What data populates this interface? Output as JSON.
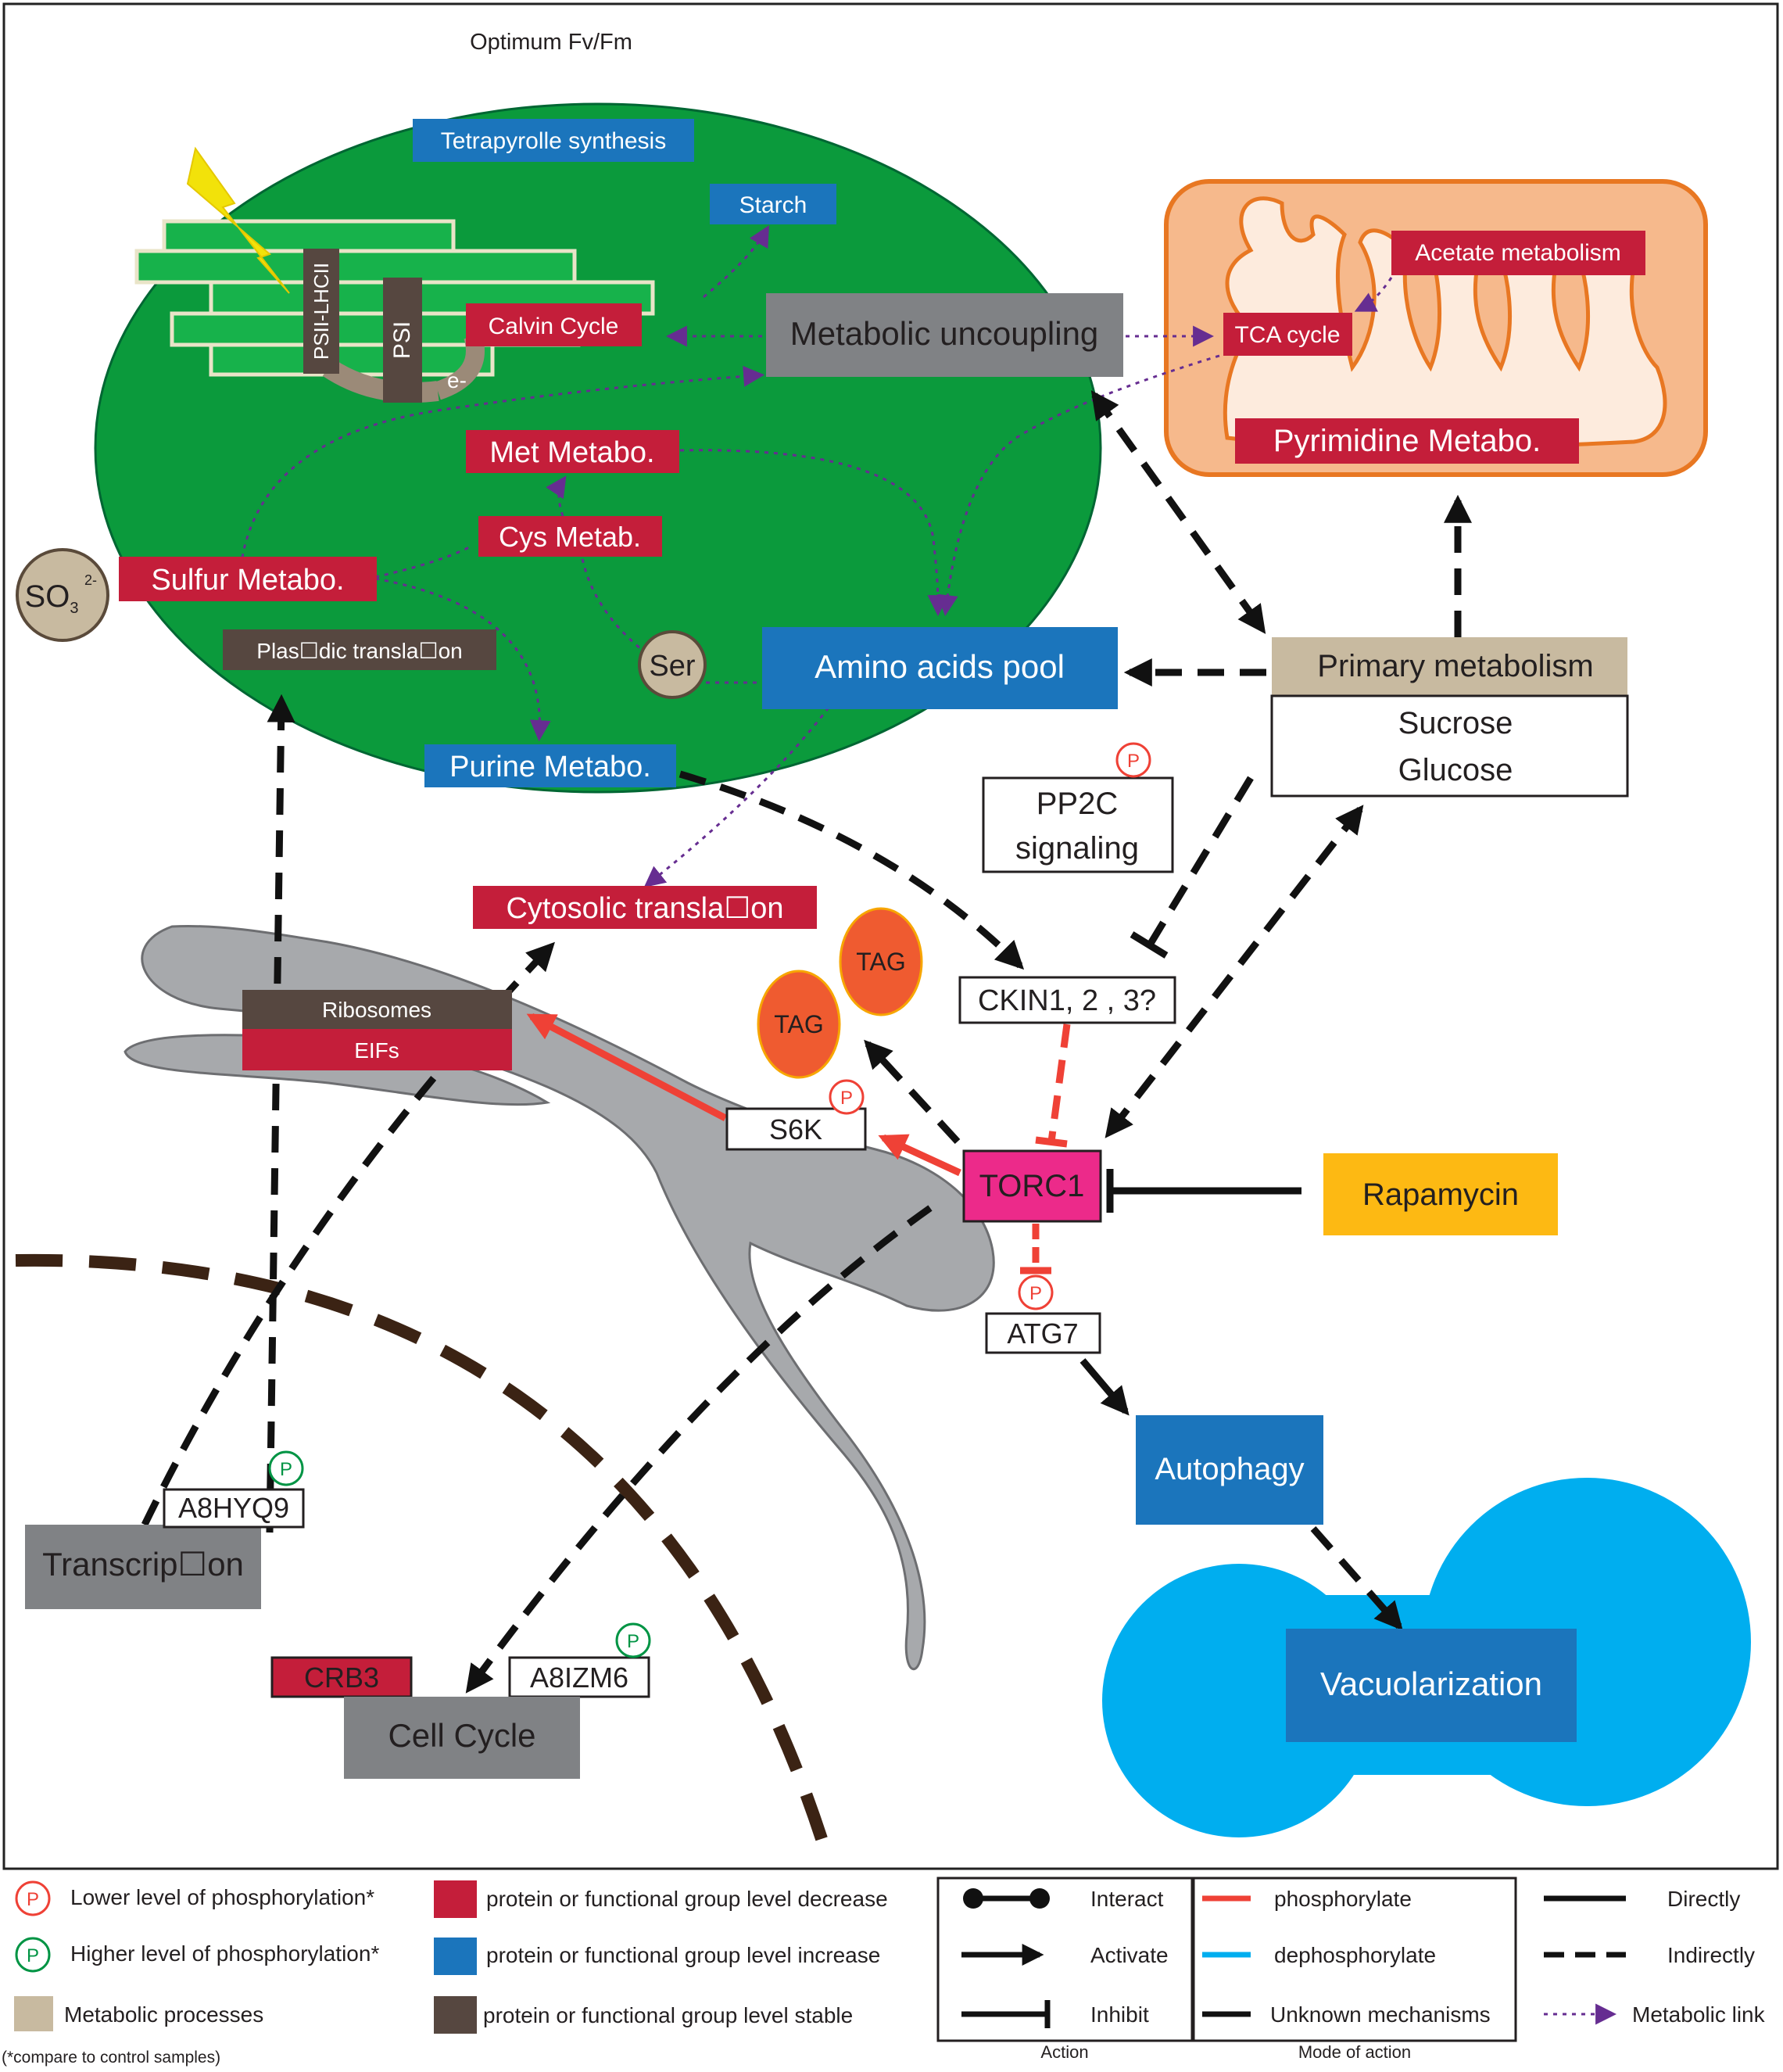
{
  "colors": {
    "decrease": "#C41E3A",
    "increase": "#1B75BC",
    "stable": "#564740",
    "metabolic": "#C8BAA0",
    "chloroplast": "#0B9A3C",
    "thylakoid": "#17B24B",
    "mito_outer": "#F6B98C",
    "mito_inner": "#FDEBDD",
    "mito_edge": "#E87722",
    "er": "#A7A9AC",
    "vacuole": "#00AEEF",
    "torc1": "#EC2A8A",
    "rapamycin": "#FDB913",
    "tag": "#EF5B30",
    "phospho_red": "#EF4136",
    "phospho_green": "#009444",
    "metabolic_link": "#662D91",
    "nucleus": "#3B2314"
  },
  "header": {
    "title": "Optimum Fv/Fm"
  },
  "chloroplast": {
    "tetrapyrolle": "Tetrapyrolle synthesis",
    "starch": "Starch",
    "psii": "PSII-LHCII",
    "psi": "PSI",
    "electron": "e-",
    "calvin": "Calvin Cycle",
    "met": "Met Metabo.",
    "cys": "Cys Metab.",
    "sulfur": "Sulfur Metabo.",
    "plastidic": "Plas☐dic transla☐on",
    "ser": "Ser",
    "purine": "Purine Metabo."
  },
  "sulfite": {
    "base": "SO",
    "sub": "3",
    "sup": "2-"
  },
  "metabolic_uncoupling": "Metabolic uncoupling",
  "mitochondrion": {
    "acetate": "Acetate metabolism",
    "tca": "TCA cycle",
    "pyrimidine": "Pyrimidine Metabo."
  },
  "amino_acids": "Amino acids pool",
  "primary": {
    "title": "Primary metabolism",
    "sugar1": "Sucrose",
    "sugar2": "Glucose"
  },
  "pp2c": {
    "line1": "PP2C",
    "line2": "signaling",
    "p": "P"
  },
  "cytosolic": "Cytosolic transla☐on",
  "tag": "TAG",
  "ckin": "CKIN1, 2 , 3?",
  "ribosomes": "Ribosomes",
  "eifs": "EIFs",
  "s6k": {
    "label": "S6K",
    "p": "P"
  },
  "torc1": "TORC1",
  "rapamycin": "Rapamycin",
  "atg7": {
    "label": "ATG7",
    "p": "P"
  },
  "autophagy": "Autophagy",
  "vacuolarization": "Vacuolarization",
  "a8hyq9": {
    "label": "A8HYQ9",
    "p": "P"
  },
  "transcription": "Transcrip☐on",
  "crb3": "CRB3",
  "a8izm6": {
    "label": "A8IZM6",
    "p": "P"
  },
  "cell_cycle": "Cell Cycle",
  "legend": {
    "p_symbol": "P",
    "lower": "Lower level of phosphorylation*",
    "higher": "Higher level of phosphorylation*",
    "metabolic_processes": "Metabolic processes",
    "decrease": "protein or functional group level decrease",
    "increase": "protein or functional group level increase",
    "stable": "protein or functional group level stable",
    "interact": "Interact",
    "activate": "Activate",
    "inhibit": "Inhibit",
    "action_caption": "Action",
    "phosphorylate": "phosphorylate",
    "dephosphorylate": "dephosphorylate",
    "unknown": "Unknown mechanisms",
    "mode_caption": "Mode of action",
    "directly": "Directly",
    "indirectly": "Indirectly",
    "metabolic_link": "Metabolic link",
    "footnote": "(*compare to control samples)"
  }
}
